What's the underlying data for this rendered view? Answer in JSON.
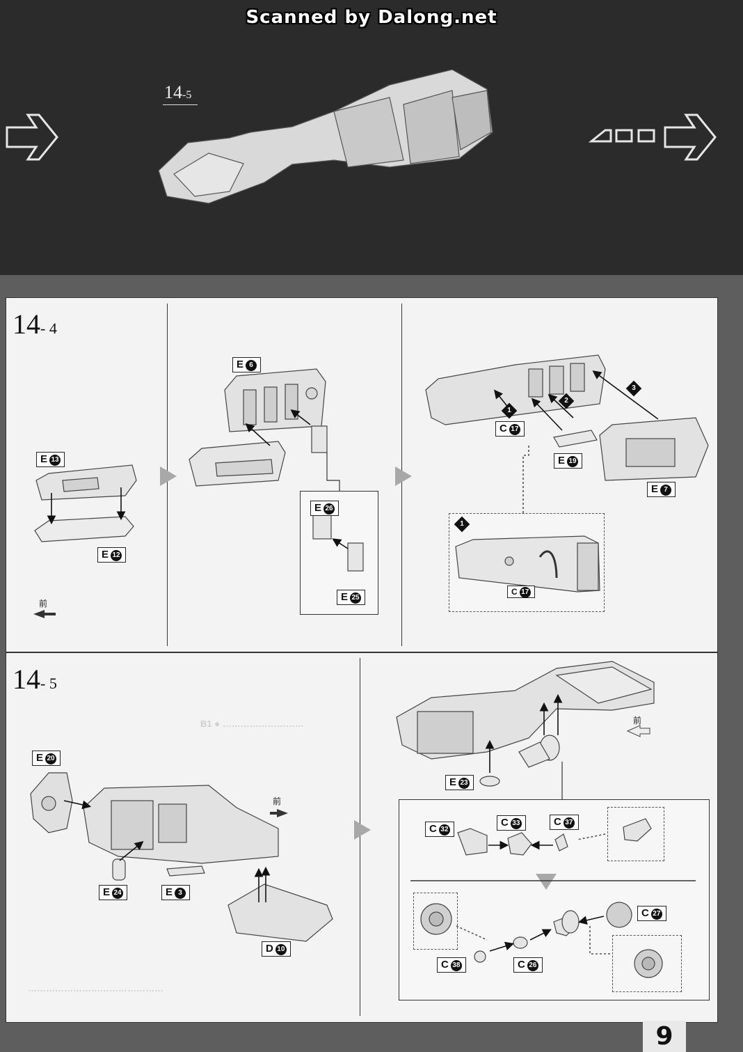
{
  "watermark": "Scanned by Dalong.net",
  "page_number": "9",
  "top_preview": {
    "label_main": "14",
    "label_sub": "-5"
  },
  "steps": [
    {
      "main": "14",
      "sub": "- 4"
    },
    {
      "main": "14",
      "sub": "- 5"
    }
  ],
  "front_label": "前",
  "callout_numbers": [
    "1",
    "2",
    "3"
  ],
  "parts": {
    "e13": {
      "letter": "E",
      "num": "13"
    },
    "e12": {
      "letter": "E",
      "num": "12"
    },
    "e6": {
      "letter": "E",
      "num": "6"
    },
    "e26": {
      "letter": "E",
      "num": "26"
    },
    "e25": {
      "letter": "E",
      "num": "25"
    },
    "c17": {
      "letter": "C",
      "num": "17"
    },
    "e19": {
      "letter": "E",
      "num": "19"
    },
    "e7": {
      "letter": "E",
      "num": "7"
    },
    "c17b": {
      "letter": "C",
      "num": "17"
    },
    "e20": {
      "letter": "E",
      "num": "20"
    },
    "e24": {
      "letter": "E",
      "num": "24"
    },
    "e3": {
      "letter": "E",
      "num": "3"
    },
    "d10": {
      "letter": "D",
      "num": "10"
    },
    "e23": {
      "letter": "E",
      "num": "23"
    },
    "c32": {
      "letter": "C",
      "num": "32"
    },
    "c33": {
      "letter": "C",
      "num": "33"
    },
    "c37": {
      "letter": "C",
      "num": "37"
    },
    "c27": {
      "letter": "C",
      "num": "27"
    },
    "c38": {
      "letter": "C",
      "num": "38"
    },
    "c26": {
      "letter": "C",
      "num": "26"
    }
  },
  "colors": {
    "background": "#5e5e5e",
    "top_band": "#2b2b2b",
    "sheet": "#f3f3f3",
    "ink": "#111111"
  }
}
